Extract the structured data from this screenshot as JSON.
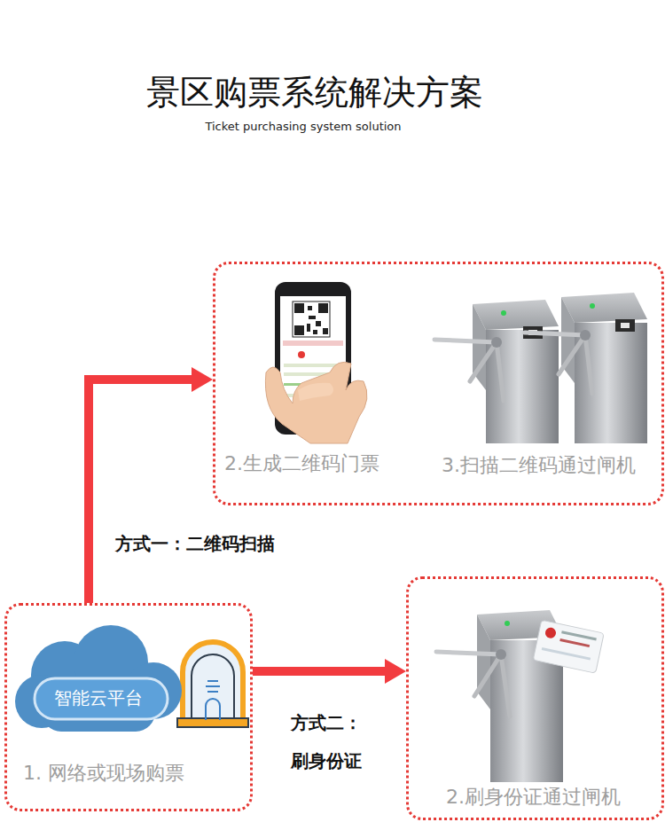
{
  "diagram": {
    "title": "景区购票系统解决方案",
    "nodes": [
      {
        "text": [
          "2.生成二维码门票",
          "3.扫描二维码通过闸机"
        ]
      },
      {
        "text": [
          "1. 网络或现场购票"
        ]
      },
      {
        "text": [
          "智能云平台"
        ],
        "in": 1
      },
      {
        "text": [
          "2.刷身份证通过闸机"
        ]
      }
    ],
    "edges": [
      {
        "from": 1,
        "to": 0,
        "label": "方式一：二维码扫描",
        "arrow": "to"
      },
      {
        "from": 1,
        "to": 3,
        "label": "方式二： 刷身份证",
        "arrow": "to"
      }
    ],
    "labels": [
      "Ticket purchasing system solution"
    ]
  }
}
